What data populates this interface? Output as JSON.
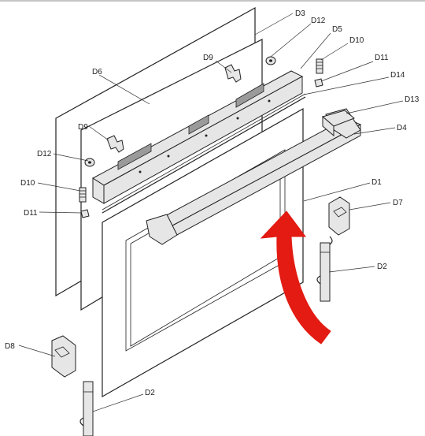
{
  "diagram": {
    "labels": {
      "d1": "D1",
      "d2_right": "D2",
      "d2_bottom": "D2",
      "d3": "D3",
      "d4": "D4",
      "d5": "D5",
      "d6": "D6",
      "d7": "D7",
      "d8": "D8",
      "d9_top": "D9",
      "d9_left": "D9",
      "d10_top": "D10",
      "d10_left": "D10",
      "d11_top": "D11",
      "d11_left": "D11",
      "d12_top": "D12",
      "d12_left": "D12",
      "d13": "D13",
      "d14": "D14"
    },
    "colors": {
      "line": "#222222",
      "arrow": "#e31b12",
      "background": "#ffffff"
    },
    "icons": {
      "arrow": "curved-red-rotation-arrow"
    }
  }
}
